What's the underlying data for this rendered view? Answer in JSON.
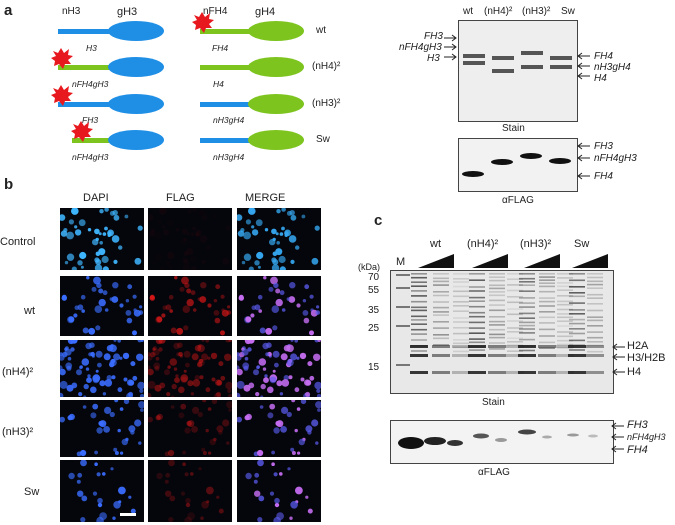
{
  "panels": {
    "a": "a",
    "b": "b",
    "c": "c"
  },
  "construct_labels": {
    "nH3": "nH3",
    "gH3": "gH3",
    "nFH4": "nFH4",
    "gH4": "gH4",
    "rows": [
      {
        "condition": "wt",
        "left_name": "H3",
        "right_name": "FH4"
      },
      {
        "condition": "(nH4)²",
        "left_name": "nFH4gH3",
        "right_name": "H4"
      },
      {
        "condition": "(nH3)²",
        "left_name": "FH3",
        "right_name": "nH3gH4"
      },
      {
        "condition": "Sw",
        "left_name": "nFH4gH3",
        "right_name": "nH3gH4"
      }
    ]
  },
  "gel_a": {
    "lane_labels": [
      "wt",
      "(nH4)²",
      "(nH3)²",
      "Sw"
    ],
    "stain_left_labels": [
      "FH3",
      "nFH4gH3",
      "H3"
    ],
    "stain_right_labels": [
      "FH4",
      "nH3gH4",
      "H4"
    ],
    "stain_caption": "Stain",
    "flag_right_labels": [
      "FH3",
      "nFH4gH3",
      "FH4"
    ],
    "flag_caption": "αFLAG"
  },
  "panel_b": {
    "columns": [
      "DAPI",
      "FLAG",
      "MERGE"
    ],
    "rows": [
      "Control",
      "wt",
      "(nH4)²",
      "(nH3)²",
      "Sw"
    ]
  },
  "gel_c": {
    "kda_label": "(kDa)",
    "marker_label": "M",
    "markers": [
      "70",
      "55",
      "35",
      "25",
      "15"
    ],
    "lane_labels": [
      "wt",
      "(nH4)²",
      "(nH3)²",
      "Sw"
    ],
    "right_labels": [
      "H2A",
      "H3/H2B",
      "H4"
    ],
    "stain_caption": "Stain",
    "flag_right_labels": [
      "FH3",
      "nFH4gH3",
      "FH4"
    ],
    "flag_caption": "αFLAG"
  },
  "colors": {
    "blue_domain": "#1f8fe6",
    "green_domain": "#7dc41f",
    "flag_tag": "#e8191e"
  }
}
